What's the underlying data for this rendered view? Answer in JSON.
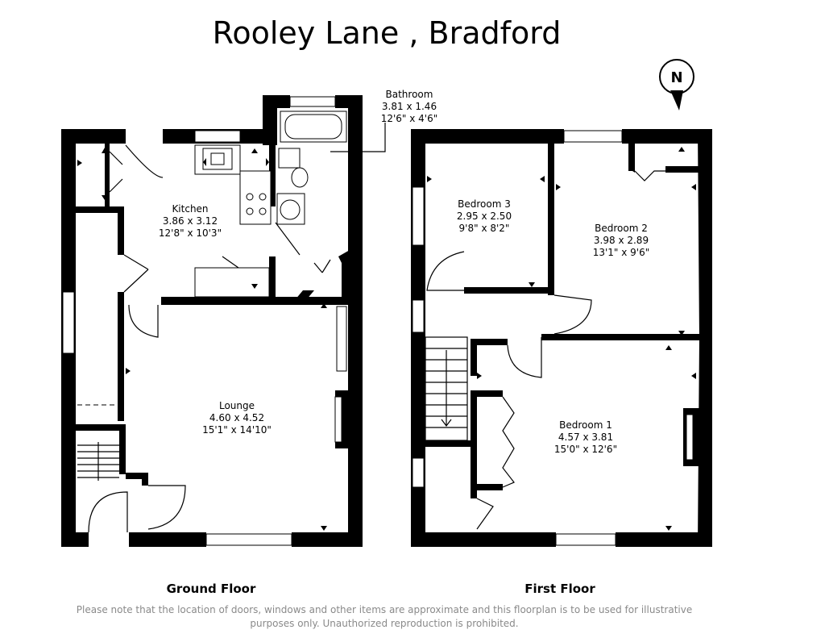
{
  "title": "Rooley Lane , Bradford",
  "compass": {
    "label": "N"
  },
  "rooms": {
    "bathroom": {
      "name": "Bathroom",
      "metric": "3.81 x 1.46",
      "imperial": "12'6\" x 4'6\""
    },
    "kitchen": {
      "name": "Kitchen",
      "metric": "3.86 x 3.12",
      "imperial": "12'8\" x 10'3\""
    },
    "lounge": {
      "name": "Lounge",
      "metric": "4.60 x 4.52",
      "imperial": "15'1\" x 14'10\""
    },
    "bedroom3": {
      "name": "Bedroom 3",
      "metric": "2.95 x 2.50",
      "imperial": "9'8\" x 8'2\""
    },
    "bedroom2": {
      "name": "Bedroom 2",
      "metric": "3.98 x 2.89",
      "imperial": "13'1\" x 9'6\""
    },
    "bedroom1": {
      "name": "Bedroom 1",
      "metric": "4.57 x 3.81",
      "imperial": "15'0\" x 12'6\""
    }
  },
  "floors": {
    "ground": "Ground Floor",
    "first": "First Floor"
  },
  "disclaimer": {
    "line1": "Please note that the location of doors, windows and other items are approximate and this floorplan is to be used for illustrative",
    "line2": "purposes only. Unauthorized reproduction is prohibited."
  }
}
